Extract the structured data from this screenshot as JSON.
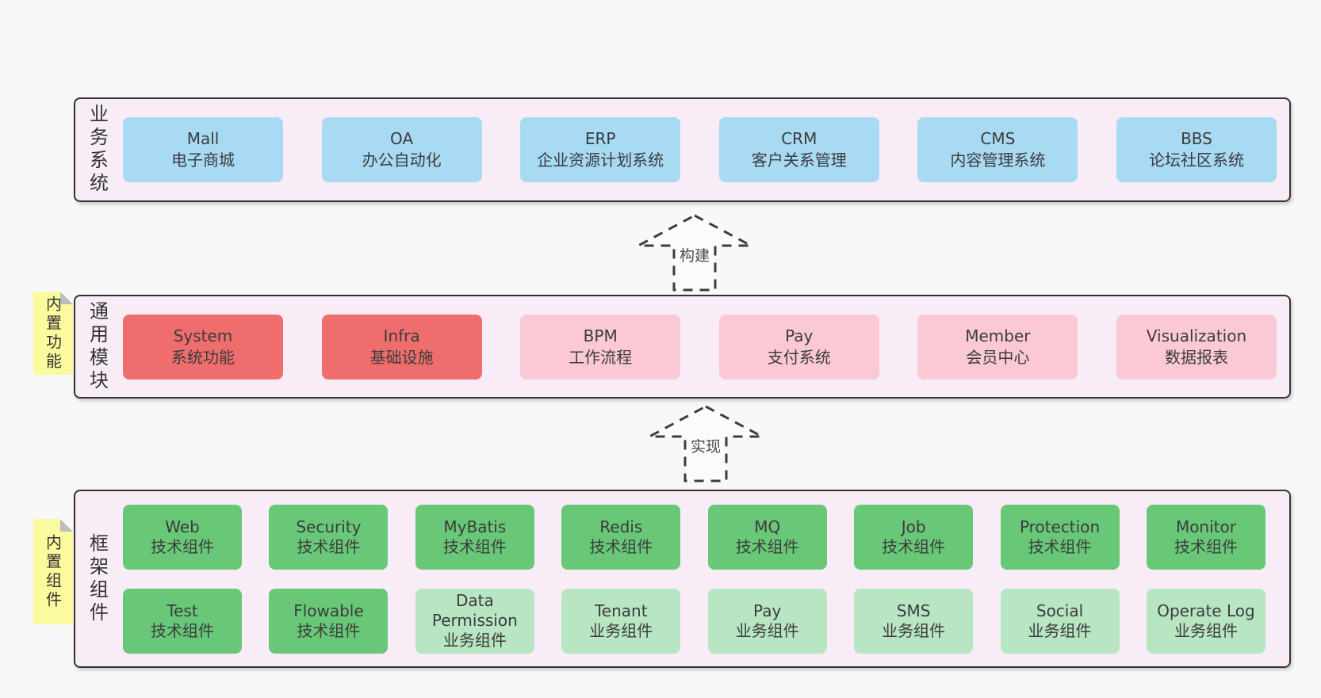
{
  "colors": {
    "page_bg": "#f8f8f8",
    "band_bg": "#f8edf7",
    "band_border": "#333333",
    "blue": "#a8daf3",
    "red": "#ef6d6c",
    "pink": "#fac9d5",
    "green_dark": "#68c878",
    "green_light": "#b8e5c2",
    "sticky_yellow": "#fbfa9e",
    "sticky_fold": "#bdbdbd",
    "text": "#3c3c3c"
  },
  "bands": [
    {
      "label": "业务系统",
      "boxes": [
        {
          "name": "Mall",
          "desc": "电子商城",
          "variant": "blue"
        },
        {
          "name": "OA",
          "desc": "办公自动化",
          "variant": "blue"
        },
        {
          "name": "ERP",
          "desc": "企业资源计划系统",
          "variant": "blue"
        },
        {
          "name": "CRM",
          "desc": "客户关系管理",
          "variant": "blue"
        },
        {
          "name": "CMS",
          "desc": "内容管理系统",
          "variant": "blue"
        },
        {
          "name": "BBS",
          "desc": "论坛社区系统",
          "variant": "blue"
        }
      ]
    },
    {
      "label": "通用模块",
      "sticky": "内置功能",
      "boxes": [
        {
          "name": "System",
          "desc": "系统功能",
          "variant": "red"
        },
        {
          "name": "Infra",
          "desc": "基础设施",
          "variant": "red"
        },
        {
          "name": "BPM",
          "desc": "工作流程",
          "variant": "pink"
        },
        {
          "name": "Pay",
          "desc": "支付系统",
          "variant": "pink"
        },
        {
          "name": "Member",
          "desc": "会员中心",
          "variant": "pink"
        },
        {
          "name": "Visualization",
          "desc": "数据报表",
          "variant": "pink"
        }
      ]
    },
    {
      "label": "框架组件",
      "sticky": "内置组件",
      "rows": [
        [
          {
            "name": "Web",
            "desc": "技术组件",
            "variant": "green_dark"
          },
          {
            "name": "Security",
            "desc": "技术组件",
            "variant": "green_dark"
          },
          {
            "name": "MyBatis",
            "desc": "技术组件",
            "variant": "green_dark"
          },
          {
            "name": "Redis",
            "desc": "技术组件",
            "variant": "green_dark"
          },
          {
            "name": "MQ",
            "desc": "技术组件",
            "variant": "green_dark"
          },
          {
            "name": "Job",
            "desc": "技术组件",
            "variant": "green_dark"
          },
          {
            "name": "Protection",
            "desc": "技术组件",
            "variant": "green_dark"
          },
          {
            "name": "Monitor",
            "desc": "技术组件",
            "variant": "green_dark"
          }
        ],
        [
          {
            "name": "Test",
            "desc": "技术组件",
            "variant": "green_dark"
          },
          {
            "name": "Flowable",
            "desc": "技术组件",
            "variant": "green_dark"
          },
          {
            "name": "Data Permission",
            "desc": "业务组件",
            "variant": "green_light"
          },
          {
            "name": "Tenant",
            "desc": "业务组件",
            "variant": "green_light"
          },
          {
            "name": "Pay",
            "desc": "业务组件",
            "variant": "green_light"
          },
          {
            "name": "SMS",
            "desc": "业务组件",
            "variant": "green_light"
          },
          {
            "name": "Social",
            "desc": "业务组件",
            "variant": "green_light"
          },
          {
            "name": "Operate Log",
            "desc": "业务组件",
            "variant": "green_light"
          }
        ]
      ]
    }
  ],
  "arrows": [
    {
      "label": "构建"
    },
    {
      "label": "实现"
    }
  ]
}
